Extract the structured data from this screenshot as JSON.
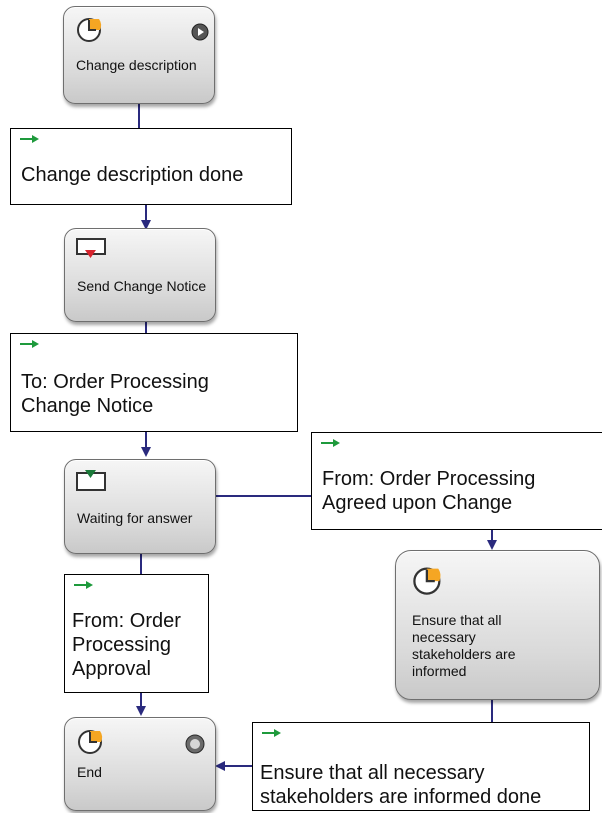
{
  "colors": {
    "connector": "#2a2a7e",
    "task_clock": "#f5a623",
    "send_marker": "#d7242e",
    "receive_marker": "#1b7a3a",
    "event_arrow": "#1e9a3c"
  },
  "nodes": {
    "change_description": {
      "label": "Change description",
      "icon": "clock-icon",
      "badge": "play-icon"
    },
    "send_change_notice": {
      "label": "Send Change Notice",
      "icon": "send-message-icon"
    },
    "waiting_for_answer": {
      "label": "Waiting for answer",
      "icon": "receive-message-icon"
    },
    "ensure_informed": {
      "label": "Ensure that all necessary stakeholders are informed",
      "icon": "clock-icon"
    },
    "end": {
      "label": "End",
      "icon": "clock-icon",
      "badge": "stop-icon"
    }
  },
  "events": {
    "change_description_done": {
      "text": "Change description done",
      "icon": "event-arrow-icon"
    },
    "to_order_processing": {
      "text": "To: Order Processing Change Notice",
      "icon": "event-arrow-icon"
    },
    "from_agreed_change": {
      "text": "From: Order Processing Agreed upon Change",
      "icon": "event-arrow-icon"
    },
    "from_approval": {
      "text": "From: Order Processing Approval",
      "icon": "event-arrow-icon"
    },
    "ensure_done": {
      "text": "Ensure that all necessary stakeholders are informed done",
      "icon": "event-arrow-icon"
    }
  }
}
